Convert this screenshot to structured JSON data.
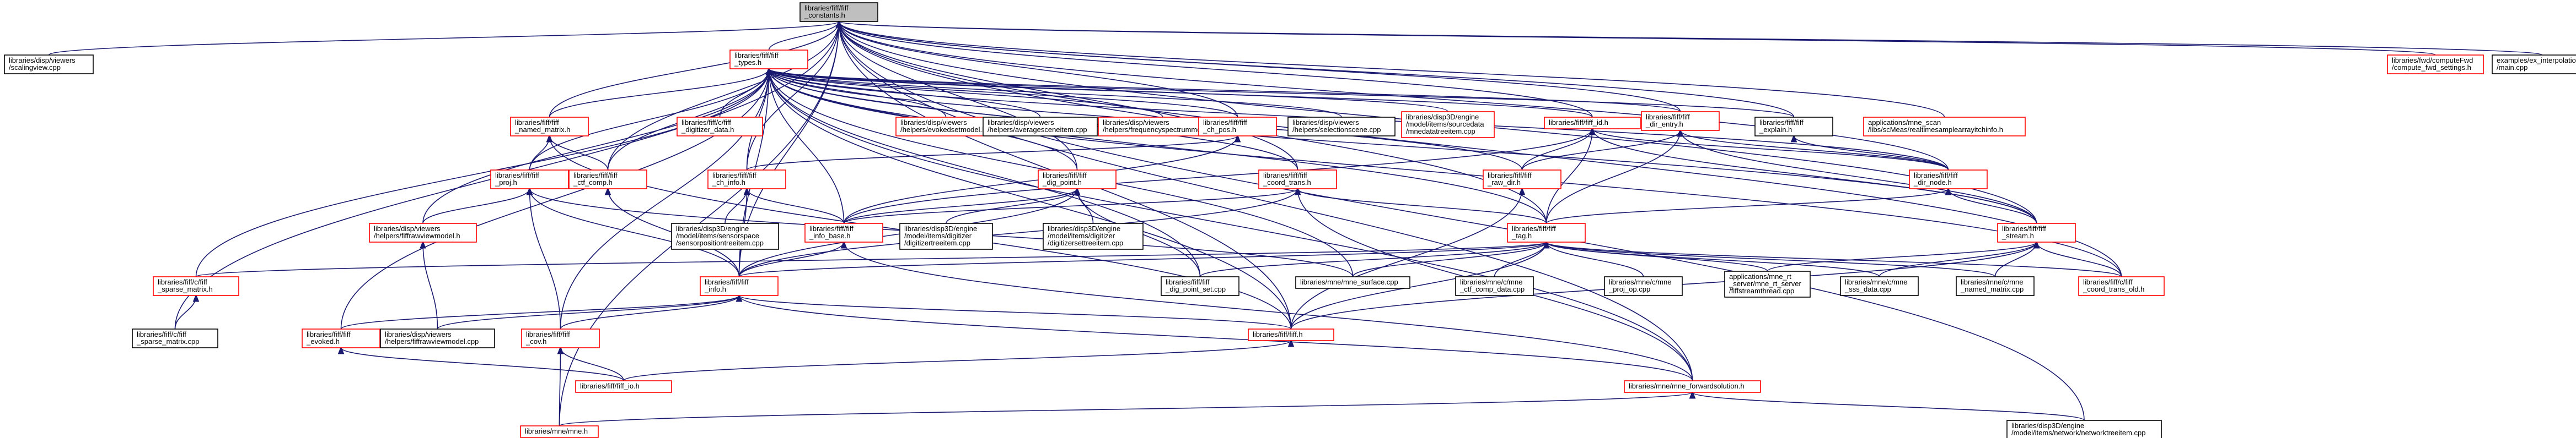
{
  "colors": {
    "edge": "#191970",
    "node_border_default": "#ff0000",
    "node_border_leaf": "#000000",
    "root_fill": "#bfbfbf",
    "node_fill": "#ffffff",
    "link_text": "#000000"
  },
  "graph": {
    "nodes": [
      {
        "id": "n_const",
        "lines": [
          "libraries/fiff/fiff",
          "_constants.h"
        ],
        "kind": "root"
      },
      {
        "id": "n_scaling",
        "lines": [
          "libraries/disp/viewers",
          "/scalingview.cpp"
        ],
        "kind": "leaf"
      },
      {
        "id": "n_types",
        "lines": [
          "libraries/fiff/fiff",
          "_types.h"
        ],
        "kind": "red"
      },
      {
        "id": "n_compute_fwd",
        "lines": [
          "libraries/fwd/computeFwd",
          "/compute_fwd_settings.h"
        ],
        "kind": "red"
      },
      {
        "id": "n_ex_interp",
        "lines": [
          "examples/ex_interpolation",
          "/main.cpp"
        ],
        "kind": "leaf"
      },
      {
        "id": "n_named_matrix",
        "lines": [
          "libraries/fiff/fiff",
          "_named_matrix.h"
        ],
        "kind": "red"
      },
      {
        "id": "n_digitizer_data",
        "lines": [
          "libraries/fiff/c/fiff",
          "_digitizer_data.h"
        ],
        "kind": "red"
      },
      {
        "id": "n_evokedset",
        "lines": [
          "libraries/disp/viewers",
          "/helpers/evokedsetmodel.h"
        ],
        "kind": "red"
      },
      {
        "id": "n_averagescene",
        "lines": [
          "libraries/disp/viewers",
          "/helpers/averagesceneitem.cpp"
        ],
        "kind": "leaf"
      },
      {
        "id": "n_freqspectrum",
        "lines": [
          "libraries/disp/viewers",
          "/helpers/frequencyspectrummodel.h"
        ],
        "kind": "red"
      },
      {
        "id": "n_ch_pos",
        "lines": [
          "libraries/fiff/fiff",
          "_ch_pos.h"
        ],
        "kind": "red"
      },
      {
        "id": "n_selectionscene",
        "lines": [
          "libraries/disp/viewers",
          "/helpers/selectionscene.cpp"
        ],
        "kind": "leaf"
      },
      {
        "id": "n_sourcedata",
        "lines": [
          "libraries/disp3D/engine",
          "/model/items/sourcedata",
          "/mnedatatreeitem.cpp"
        ],
        "kind": "red"
      },
      {
        "id": "n_id",
        "lines": [
          "libraries/fiff/fiff_id.h"
        ],
        "kind": "red"
      },
      {
        "id": "n_dir_entry",
        "lines": [
          "libraries/fiff/fiff",
          "_dir_entry.h"
        ],
        "kind": "red"
      },
      {
        "id": "n_explain",
        "lines": [
          "libraries/fiff/fiff",
          "_explain.h"
        ],
        "kind": "leaf"
      },
      {
        "id": "n_mne_scan",
        "lines": [
          "applications/mne_scan",
          "/libs/scMeas/realtimesamplearrayitchinfo.h"
        ],
        "kind": "red"
      },
      {
        "id": "n_proj",
        "lines": [
          "libraries/fiff/fiff",
          "_proj.h"
        ],
        "kind": "red"
      },
      {
        "id": "n_ctf_comp",
        "lines": [
          "libraries/fiff/fiff",
          "_ctf_comp.h"
        ],
        "kind": "red"
      },
      {
        "id": "n_ch_info",
        "lines": [
          "libraries/fiff/fiff",
          "_ch_info.h"
        ],
        "kind": "red"
      },
      {
        "id": "n_dig_point",
        "lines": [
          "libraries/fiff/fiff",
          "_dig_point.h"
        ],
        "kind": "red"
      },
      {
        "id": "n_coord_trans",
        "lines": [
          "libraries/fiff/fiff",
          "_coord_trans.h"
        ],
        "kind": "red"
      },
      {
        "id": "n_raw_dir",
        "lines": [
          "libraries/fiff/fiff",
          "_raw_dir.h"
        ],
        "kind": "red"
      },
      {
        "id": "n_dir_node",
        "lines": [
          "libraries/fiff/fiff",
          "_dir_node.h"
        ],
        "kind": "red"
      },
      {
        "id": "n_fiffview",
        "lines": [
          "libraries/disp/viewers",
          "/helpers/fiffrawviewmodel.h"
        ],
        "kind": "red"
      },
      {
        "id": "n_sensorspace",
        "lines": [
          "libraries/disp3D/engine",
          "/model/items/sensorspace",
          "/sensorpositiontreeitem.cpp"
        ],
        "kind": "leaf"
      },
      {
        "id": "n_info_base",
        "lines": [
          "libraries/fiff/fiff",
          "_info_base.h"
        ],
        "kind": "red"
      },
      {
        "id": "n_digitizer_tree",
        "lines": [
          "libraries/disp3D/engine",
          "/model/items/digitizer",
          "/digitizertreeitem.cpp"
        ],
        "kind": "leaf"
      },
      {
        "id": "n_digitizerset",
        "lines": [
          "libraries/disp3D/engine",
          "/model/items/digitizer",
          "/digitizersettreeitem.cpp"
        ],
        "kind": "leaf"
      },
      {
        "id": "n_tag",
        "lines": [
          "libraries/fiff/fiff",
          "_tag.h"
        ],
        "kind": "red"
      },
      {
        "id": "n_stream",
        "lines": [
          "libraries/fiff/fiff",
          "_stream.h"
        ],
        "kind": "red"
      },
      {
        "id": "n_sparse",
        "lines": [
          "libraries/fiff/c/fiff",
          "_sparse_matrix.h"
        ],
        "kind": "red"
      },
      {
        "id": "n_info",
        "lines": [
          "libraries/fiff/fiff",
          "_info.h"
        ],
        "kind": "red"
      },
      {
        "id": "n_dig_point_set",
        "lines": [
          "libraries/fiff/fiff",
          "_dig_point_set.cpp"
        ],
        "kind": "leaf"
      },
      {
        "id": "n_mne_surface",
        "lines": [
          "libraries/mne/mne_surface.cpp"
        ],
        "kind": "leaf"
      },
      {
        "id": "n_ctf_comp_data",
        "lines": [
          "libraries/mne/c/mne",
          "_ctf_comp_data.cpp"
        ],
        "kind": "leaf"
      },
      {
        "id": "n_proj_op",
        "lines": [
          "libraries/mne/c/mne",
          "_proj_op.cpp"
        ],
        "kind": "leaf"
      },
      {
        "id": "n_rt_server",
        "lines": [
          "applications/mne_rt",
          "_server/mne_rt_server",
          "/fiffstreamthread.cpp"
        ],
        "kind": "leaf"
      },
      {
        "id": "n_sss_data",
        "lines": [
          "libraries/mne/c/mne",
          "_sss_data.cpp"
        ],
        "kind": "leaf"
      },
      {
        "id": "n_mne_named",
        "lines": [
          "libraries/mne/c/mne",
          "_named_matrix.cpp"
        ],
        "kind": "leaf"
      },
      {
        "id": "n_coord_old",
        "lines": [
          "libraries/fiff/c/fiff",
          "_coord_trans_old.h"
        ],
        "kind": "red"
      },
      {
        "id": "n_sparse_cpp",
        "lines": [
          "libraries/fiff/c/fiff",
          "_sparse_matrix.cpp"
        ],
        "kind": "leaf"
      },
      {
        "id": "n_evoked",
        "lines": [
          "libraries/fiff/fiff",
          "_evoked.h"
        ],
        "kind": "red"
      },
      {
        "id": "n_fiffrawview",
        "lines": [
          "libraries/disp/viewers",
          "/helpers/fiffrawviewmodel.cpp"
        ],
        "kind": "leaf"
      },
      {
        "id": "n_cov",
        "lines": [
          "libraries/fiff/fiff",
          "_cov.h"
        ],
        "kind": "red"
      },
      {
        "id": "n_fiff_h",
        "lines": [
          "libraries/fiff/fiff.h"
        ],
        "kind": "red"
      },
      {
        "id": "n_fiff_io",
        "lines": [
          "libraries/fiff/fiff_io.h"
        ],
        "kind": "red"
      },
      {
        "id": "n_fwd_sol",
        "lines": [
          "libraries/mne/mne_forwardsolution.h"
        ],
        "kind": "red"
      },
      {
        "id": "n_mne_h",
        "lines": [
          "libraries/mne/mne.h"
        ],
        "kind": "red"
      },
      {
        "id": "n_network",
        "lines": [
          "libraries/disp3D/engine",
          "/model/items/network/networktreeitem.cpp"
        ],
        "kind": "leaf"
      }
    ],
    "edges": [
      [
        "n_scaling",
        "n_const"
      ],
      [
        "n_types",
        "n_const"
      ],
      [
        "n_compute_fwd",
        "n_const"
      ],
      [
        "n_ex_interp",
        "n_const"
      ],
      [
        "n_named_matrix",
        "n_const"
      ],
      [
        "n_ch_pos",
        "n_const"
      ],
      [
        "n_id",
        "n_const"
      ],
      [
        "n_dir_entry",
        "n_const"
      ],
      [
        "n_explain",
        "n_const"
      ],
      [
        "n_mne_scan",
        "n_const"
      ],
      [
        "n_ctf_comp",
        "n_const"
      ],
      [
        "n_ch_info",
        "n_const"
      ],
      [
        "n_dig_point",
        "n_const"
      ],
      [
        "n_coord_trans",
        "n_const"
      ],
      [
        "n_dir_node",
        "n_const"
      ],
      [
        "n_tag",
        "n_const"
      ],
      [
        "n_stream",
        "n_const"
      ],
      [
        "n_info",
        "n_const"
      ],
      [
        "n_coord_old",
        "n_const"
      ],
      [
        "n_fiff_h",
        "n_const"
      ],
      [
        "n_sparse_cpp",
        "n_const"
      ],
      [
        "n_mne_h",
        "n_const"
      ],
      [
        "n_fwd_sol",
        "n_const"
      ],
      [
        "n_network",
        "n_const"
      ],
      [
        "n_digitizer_data",
        "n_types"
      ],
      [
        "n_evokedset",
        "n_types"
      ],
      [
        "n_averagescene",
        "n_types"
      ],
      [
        "n_freqspectrum",
        "n_types"
      ],
      [
        "n_selectionscene",
        "n_types"
      ],
      [
        "n_sourcedata",
        "n_types"
      ],
      [
        "n_named_matrix",
        "n_types"
      ],
      [
        "n_ch_pos",
        "n_types"
      ],
      [
        "n_id",
        "n_types"
      ],
      [
        "n_dir_entry",
        "n_types"
      ],
      [
        "n_explain",
        "n_types"
      ],
      [
        "n_proj",
        "n_types"
      ],
      [
        "n_ctf_comp",
        "n_types"
      ],
      [
        "n_ch_info",
        "n_types"
      ],
      [
        "n_dig_point",
        "n_types"
      ],
      [
        "n_coord_trans",
        "n_types"
      ],
      [
        "n_raw_dir",
        "n_types"
      ],
      [
        "n_dir_node",
        "n_types"
      ],
      [
        "n_fiffview",
        "n_types"
      ],
      [
        "n_info_base",
        "n_types"
      ],
      [
        "n_tag",
        "n_types"
      ],
      [
        "n_stream",
        "n_types"
      ],
      [
        "n_info",
        "n_types"
      ],
      [
        "n_sparse",
        "n_types"
      ],
      [
        "n_dig_point_set",
        "n_types"
      ],
      [
        "n_mne_surface",
        "n_types"
      ],
      [
        "n_evoked",
        "n_types"
      ],
      [
        "n_cov",
        "n_types"
      ],
      [
        "n_fiff_h",
        "n_types"
      ],
      [
        "n_coord_old",
        "n_types"
      ],
      [
        "n_fwd_sol",
        "n_types"
      ],
      [
        "n_proj",
        "n_named_matrix"
      ],
      [
        "n_ctf_comp",
        "n_named_matrix"
      ],
      [
        "n_fiff_h",
        "n_named_matrix"
      ],
      [
        "n_ch_info",
        "n_ch_pos"
      ],
      [
        "n_info_base",
        "n_ch_pos"
      ],
      [
        "n_dir_node",
        "n_id"
      ],
      [
        "n_tag",
        "n_id"
      ],
      [
        "n_info_base",
        "n_id"
      ],
      [
        "n_stream",
        "n_id"
      ],
      [
        "n_raw_dir",
        "n_id"
      ],
      [
        "n_dir_node",
        "n_dir_entry"
      ],
      [
        "n_tag",
        "n_dir_entry"
      ],
      [
        "n_stream",
        "n_dir_entry"
      ],
      [
        "n_raw_dir",
        "n_dir_entry"
      ],
      [
        "n_dir_node",
        "n_explain"
      ],
      [
        "n_fiffview",
        "n_proj"
      ],
      [
        "n_info",
        "n_proj"
      ],
      [
        "n_cov",
        "n_proj"
      ],
      [
        "n_mne_surface",
        "n_proj"
      ],
      [
        "n_info",
        "n_ctf_comp"
      ],
      [
        "n_info_base",
        "n_ch_info"
      ],
      [
        "n_sensorspace",
        "n_ch_info"
      ],
      [
        "n_info",
        "n_ch_info"
      ],
      [
        "n_info_base",
        "n_dig_point"
      ],
      [
        "n_digitizer_tree",
        "n_dig_point"
      ],
      [
        "n_digitizerset",
        "n_dig_point"
      ],
      [
        "n_dig_point_set",
        "n_dig_point"
      ],
      [
        "n_info",
        "n_dig_point"
      ],
      [
        "n_info_base",
        "n_coord_trans"
      ],
      [
        "n_tag",
        "n_coord_trans"
      ],
      [
        "n_info",
        "n_coord_trans"
      ],
      [
        "n_fwd_sol",
        "n_coord_trans"
      ],
      [
        "n_fiff_h",
        "n_raw_dir"
      ],
      [
        "n_tag",
        "n_dir_node"
      ],
      [
        "n_stream",
        "n_dir_node"
      ],
      [
        "n_info",
        "n_info_base"
      ],
      [
        "n_fwd_sol",
        "n_info_base"
      ],
      [
        "n_sparse",
        "n_tag"
      ],
      [
        "n_dig_point_set",
        "n_tag"
      ],
      [
        "n_mne_surface",
        "n_tag"
      ],
      [
        "n_ctf_comp_data",
        "n_tag"
      ],
      [
        "n_proj_op",
        "n_tag"
      ],
      [
        "n_rt_server",
        "n_tag"
      ],
      [
        "n_sss_data",
        "n_tag"
      ],
      [
        "n_mne_named",
        "n_tag"
      ],
      [
        "n_fiff_h",
        "n_tag"
      ],
      [
        "n_coord_old",
        "n_tag"
      ],
      [
        "n_info",
        "n_tag"
      ],
      [
        "n_fiff_h",
        "n_stream"
      ],
      [
        "n_rt_server",
        "n_stream"
      ],
      [
        "n_sss_data",
        "n_stream"
      ],
      [
        "n_mne_named",
        "n_stream"
      ],
      [
        "n_coord_old",
        "n_stream"
      ],
      [
        "n_sparse_cpp",
        "n_sparse"
      ],
      [
        "n_evoked",
        "n_info"
      ],
      [
        "n_fiffrawview",
        "n_info"
      ],
      [
        "n_cov",
        "n_info"
      ],
      [
        "n_fiff_h",
        "n_info"
      ],
      [
        "n_fwd_sol",
        "n_info"
      ],
      [
        "n_fiffrawview",
        "n_fiffview"
      ],
      [
        "n_fiff_io",
        "n_evoked"
      ],
      [
        "n_fiff_io",
        "n_cov"
      ],
      [
        "n_mne_h",
        "n_cov"
      ],
      [
        "n_fiff_io",
        "n_fiff_h"
      ],
      [
        "n_mne_h",
        "n_fwd_sol"
      ],
      [
        "n_network",
        "n_fwd_sol"
      ]
    ]
  }
}
